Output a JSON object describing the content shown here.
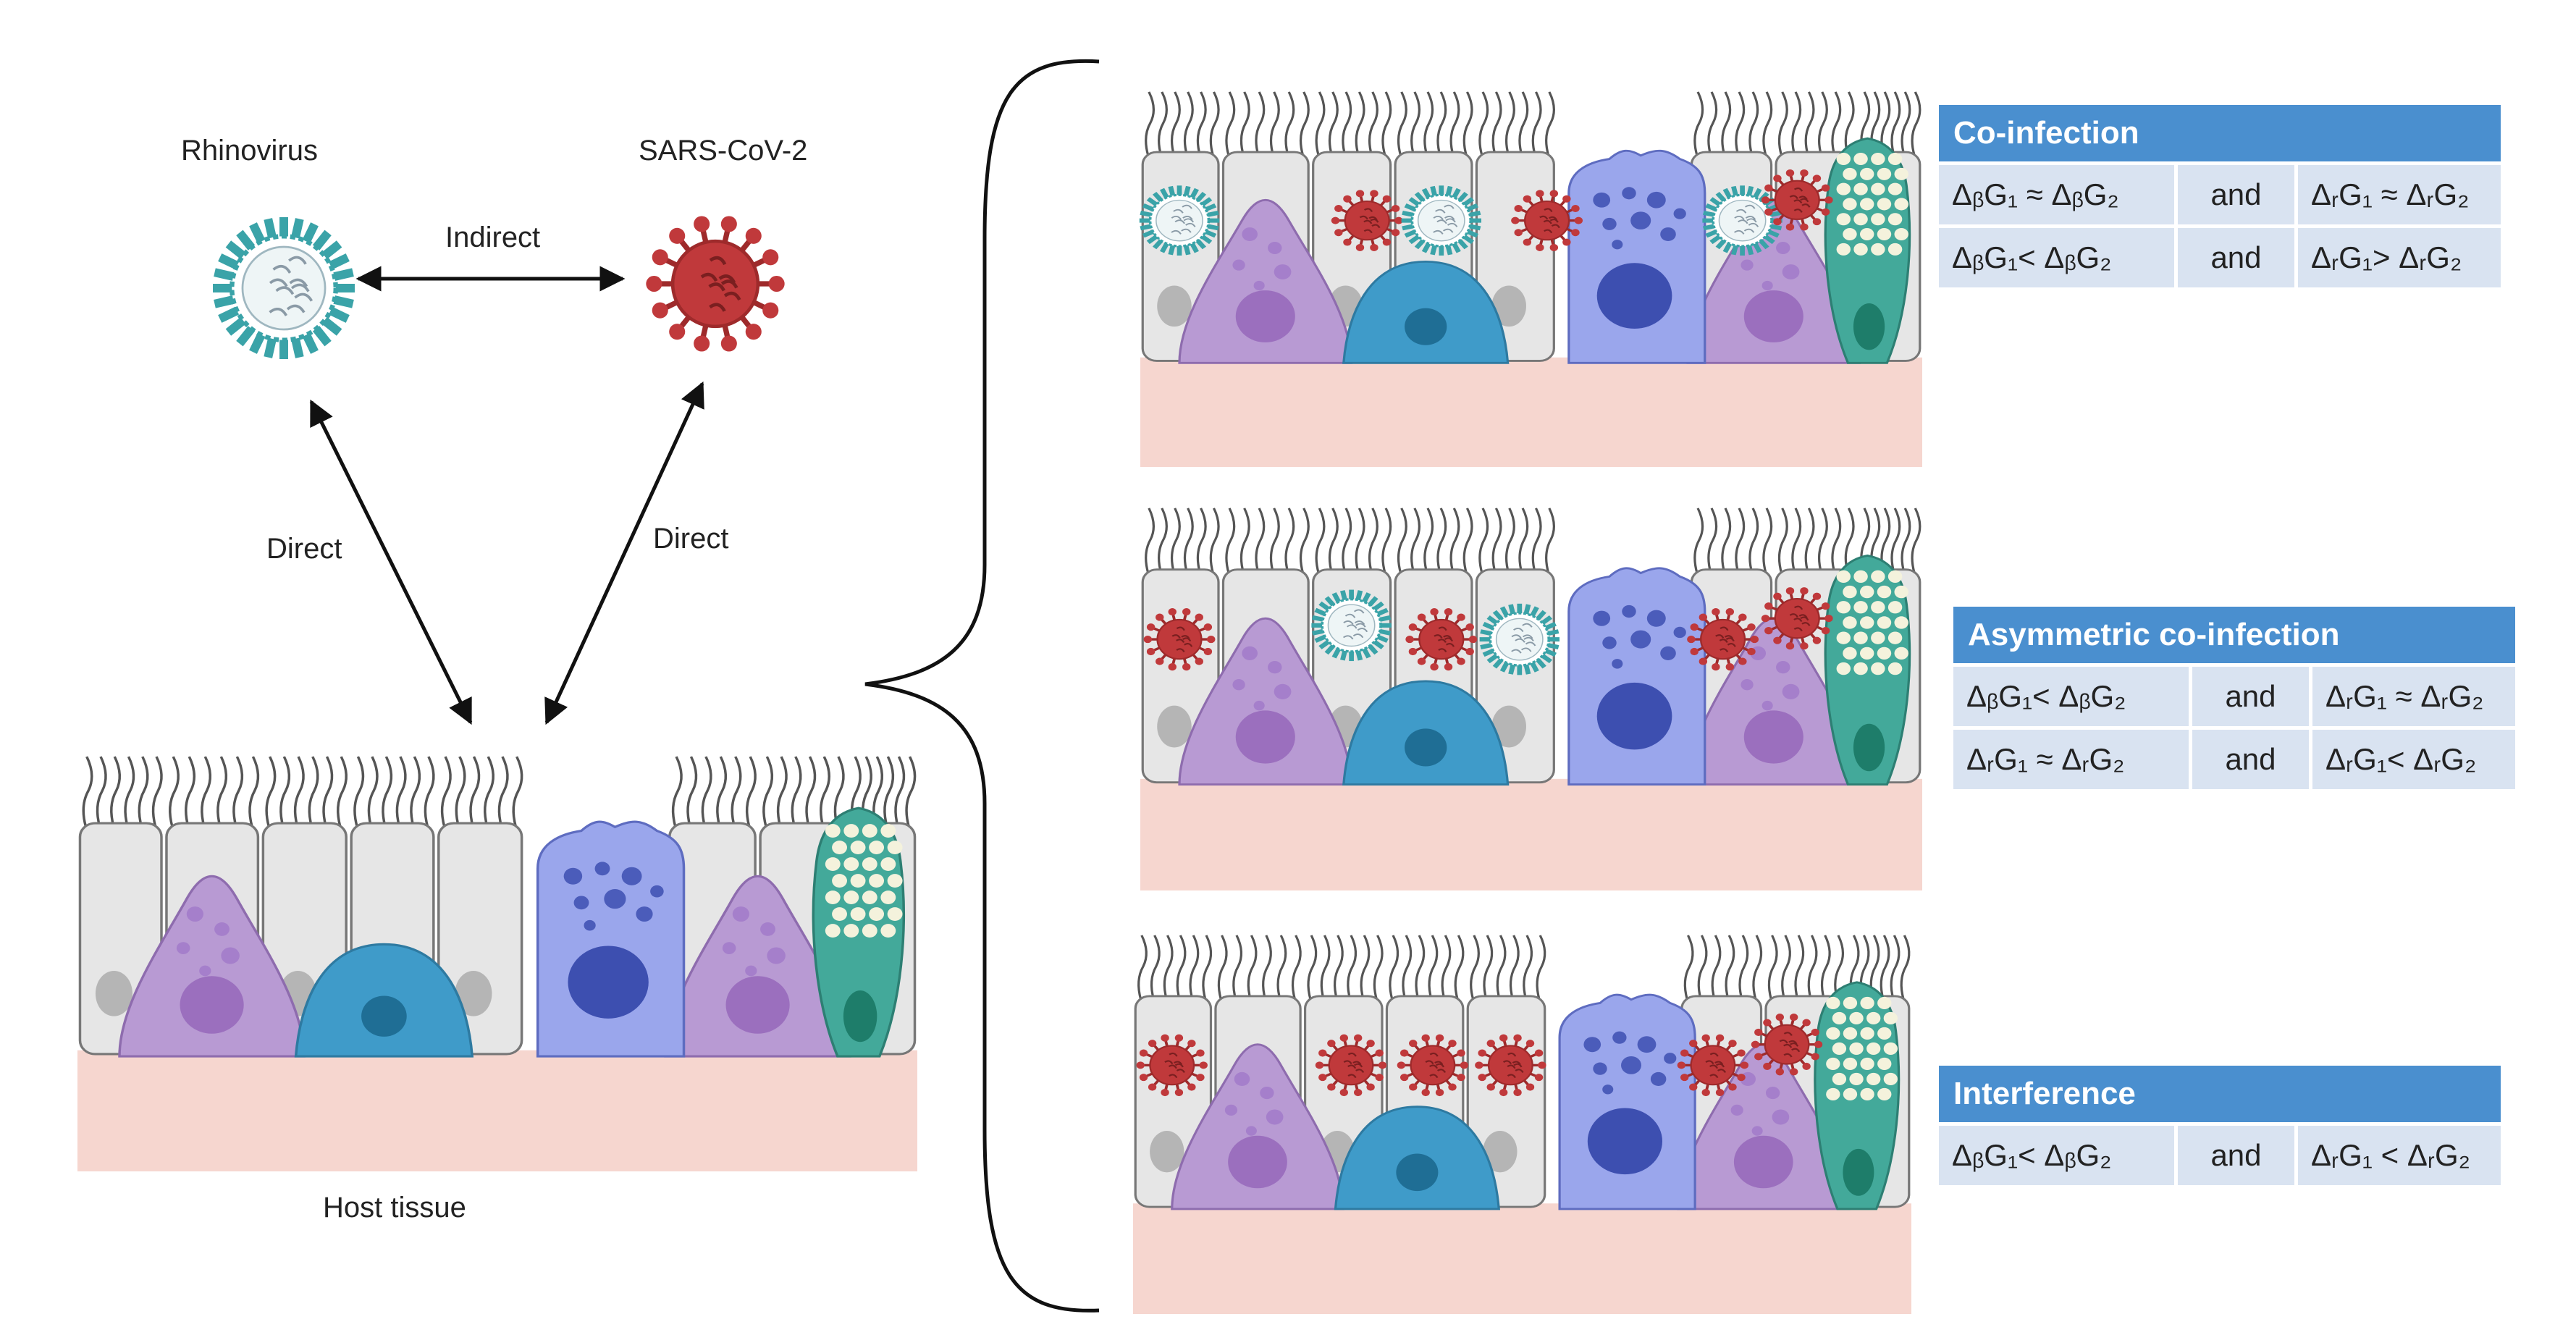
{
  "labels": {
    "rhinovirus": "Rhinovirus",
    "sars": "SARS-CoV-2",
    "indirect": "Indirect",
    "direct_left": "Direct",
    "direct_right": "Direct",
    "host_tissue": "Host tissue"
  },
  "tables": [
    {
      "title": "Co-infection",
      "rows": [
        [
          "ΔᵦG₁ ≈ ΔᵦG₂",
          "and",
          "ΔᵣG₁ ≈ ΔᵣG₂"
        ],
        [
          "ΔᵦG₁< ΔᵦG₂",
          "and",
          "ΔᵣG₁> ΔᵣG₂"
        ]
      ]
    },
    {
      "title": "Asymmetric co-infection",
      "rows": [
        [
          "ΔᵦG₁< ΔᵦG₂",
          "and",
          "ΔᵣG₁ ≈ ΔᵣG₂"
        ],
        [
          "ΔᵣG₁ ≈ ΔᵣG₂",
          "and",
          "ΔᵣG₁< ΔᵣG₂"
        ]
      ]
    },
    {
      "title": "Interference",
      "rows": [
        [
          "ΔᵦG₁< ΔᵦG₂",
          "and",
          "ΔᵣG₁ < ΔᵣG₂"
        ]
      ]
    }
  ],
  "colors": {
    "table_header": "#4a8fcf",
    "table_cell": "#d9e3f1",
    "rhinovirus": "#3aa3a8",
    "sars": "#c0393b",
    "tissue": "#f6d6cf",
    "ciliated_cell": "#e6e6e6",
    "basal_cell": "#b89ad3",
    "club_cell": "#3f9bc9",
    "neuroendocrine_cell": "#9aa6ec",
    "goblet_cell": "#43a99a"
  }
}
